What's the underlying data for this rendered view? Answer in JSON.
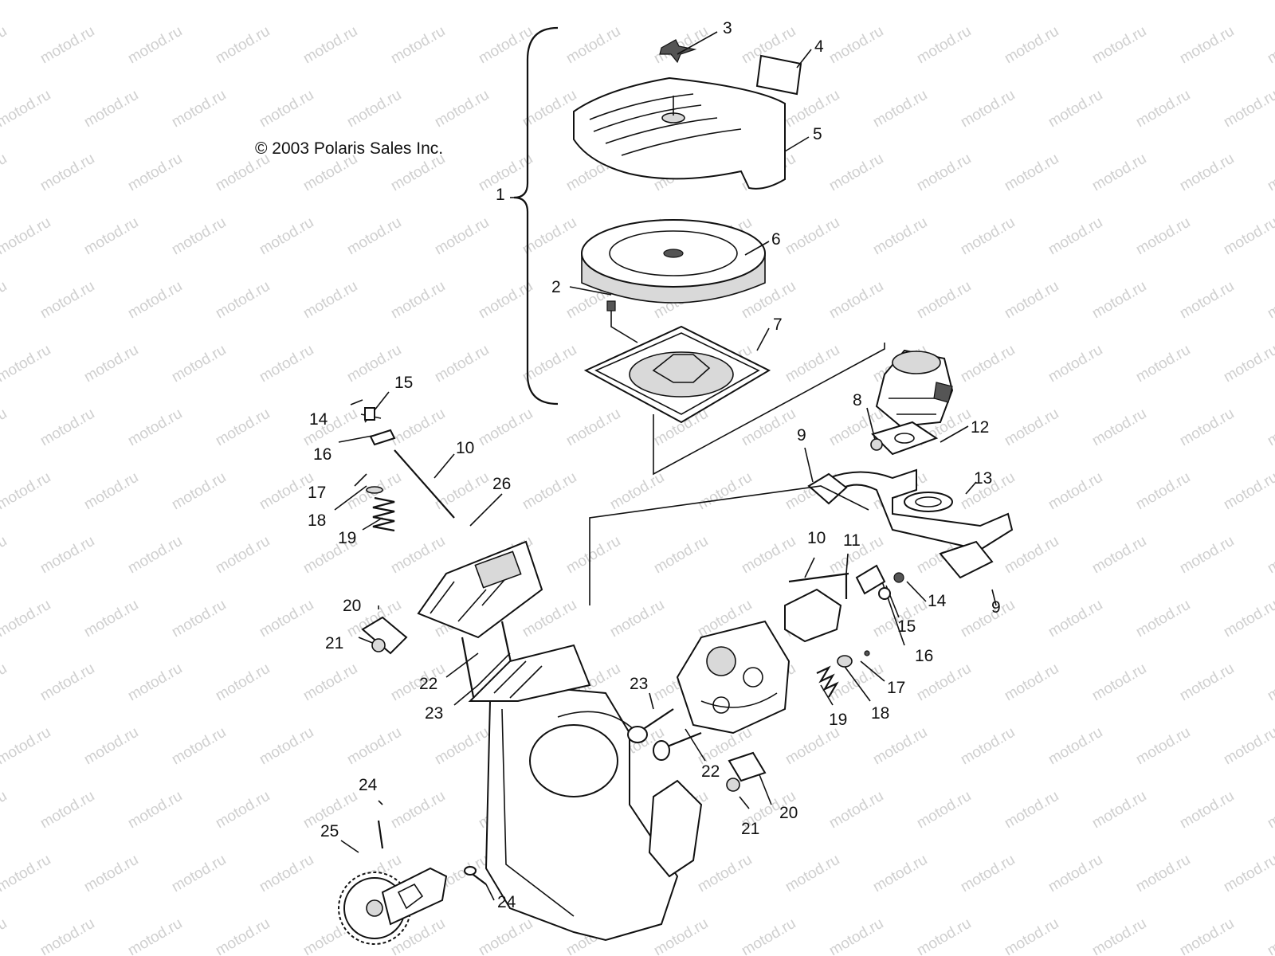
{
  "copyright": "© 2003 Polaris Sales Inc.",
  "watermark": {
    "text": "motod.ru",
    "color": "#cfcfcf"
  },
  "callouts": [
    {
      "id": "c1",
      "label": "1"
    },
    {
      "id": "c2",
      "label": "2"
    },
    {
      "id": "c3",
      "label": "3"
    },
    {
      "id": "c4",
      "label": "4"
    },
    {
      "id": "c5",
      "label": "5"
    },
    {
      "id": "c6",
      "label": "6"
    },
    {
      "id": "c7",
      "label": "7"
    },
    {
      "id": "c8",
      "label": "8"
    },
    {
      "id": "c9a",
      "label": "9"
    },
    {
      "id": "c9b",
      "label": "9"
    },
    {
      "id": "c10a",
      "label": "10"
    },
    {
      "id": "c10b",
      "label": "10"
    },
    {
      "id": "c11",
      "label": "11"
    },
    {
      "id": "c12",
      "label": "12"
    },
    {
      "id": "c13",
      "label": "13"
    },
    {
      "id": "c14a",
      "label": "14"
    },
    {
      "id": "c14b",
      "label": "14"
    },
    {
      "id": "c15a",
      "label": "15"
    },
    {
      "id": "c15b",
      "label": "15"
    },
    {
      "id": "c16a",
      "label": "16"
    },
    {
      "id": "c16b",
      "label": "16"
    },
    {
      "id": "c17a",
      "label": "17"
    },
    {
      "id": "c17b",
      "label": "17"
    },
    {
      "id": "c18a",
      "label": "18"
    },
    {
      "id": "c18b",
      "label": "18"
    },
    {
      "id": "c19a",
      "label": "19"
    },
    {
      "id": "c19b",
      "label": "19"
    },
    {
      "id": "c20a",
      "label": "20"
    },
    {
      "id": "c20b",
      "label": "20"
    },
    {
      "id": "c21a",
      "label": "21"
    },
    {
      "id": "c21b",
      "label": "21"
    },
    {
      "id": "c22a",
      "label": "22"
    },
    {
      "id": "c22b",
      "label": "22"
    },
    {
      "id": "c23a",
      "label": "23"
    },
    {
      "id": "c23b",
      "label": "23"
    },
    {
      "id": "c24a",
      "label": "24"
    },
    {
      "id": "c24b",
      "label": "24"
    },
    {
      "id": "c25",
      "label": "25"
    },
    {
      "id": "c26",
      "label": "26"
    }
  ]
}
